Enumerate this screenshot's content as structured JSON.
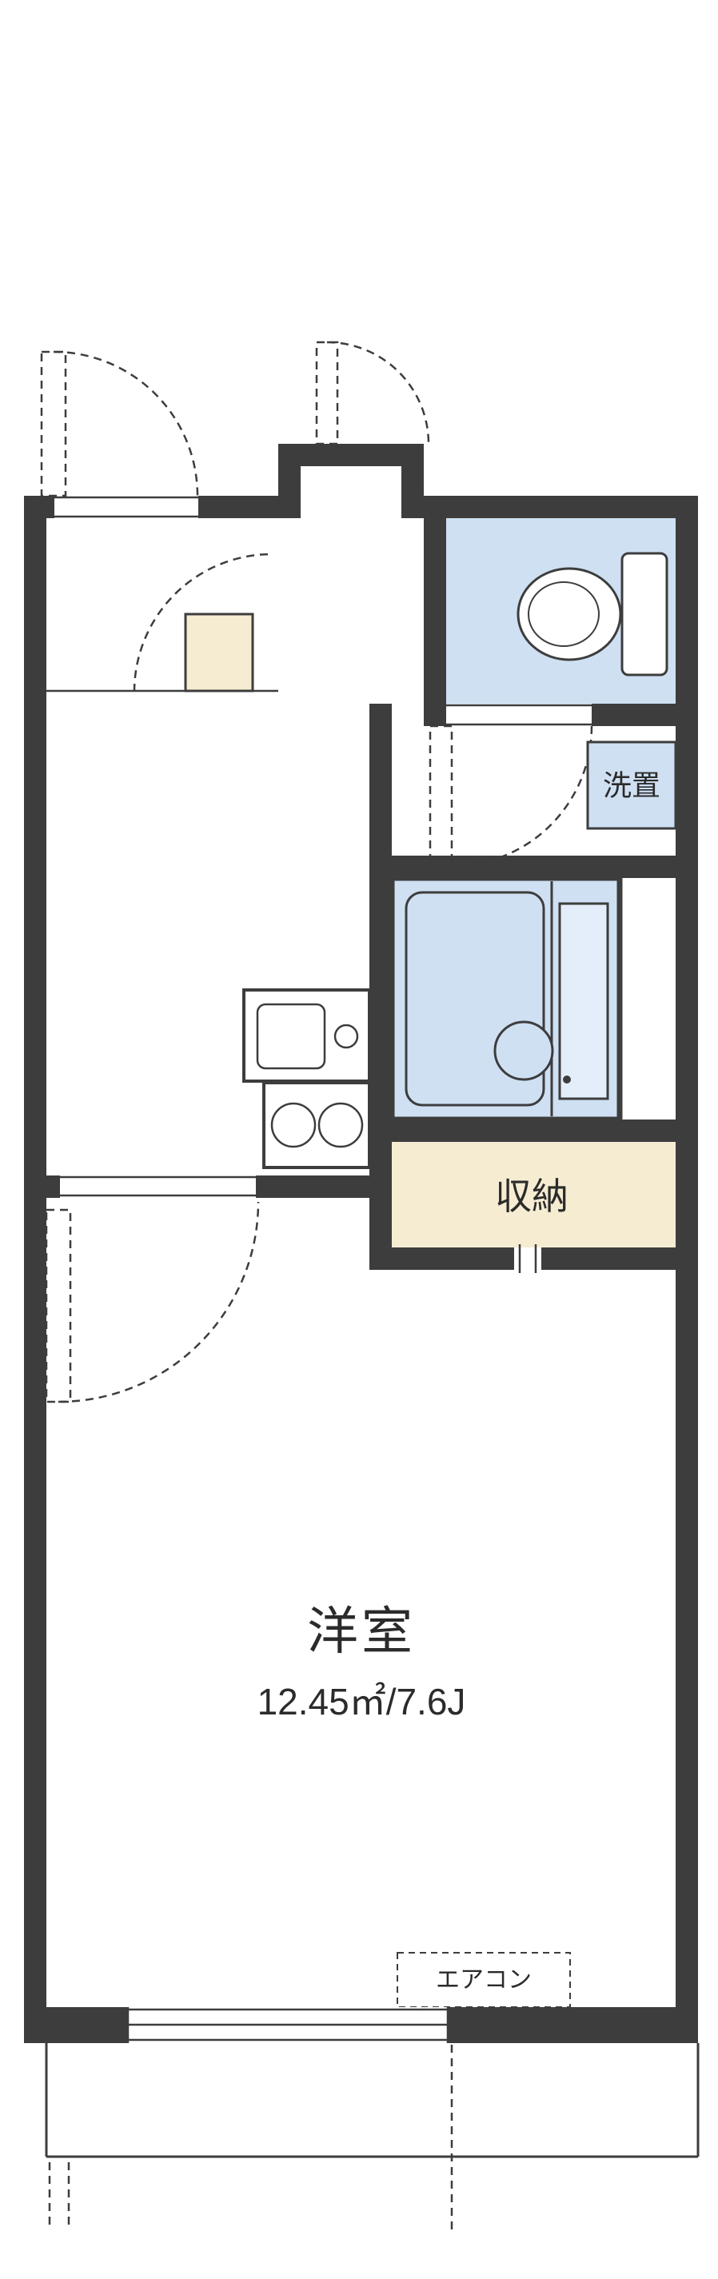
{
  "colors": {
    "wall": "#3d3d3d",
    "wet_area": "#cfe0f3",
    "storage_fill": "#f6ecd2",
    "text": "#2b2b2b",
    "background": "#ffffff"
  },
  "labels": {
    "washer_space": "洗置",
    "storage": "収納",
    "room_name": "洋室",
    "room_size": "12.45㎡/7.6J",
    "air_conditioner": "エアコン"
  }
}
